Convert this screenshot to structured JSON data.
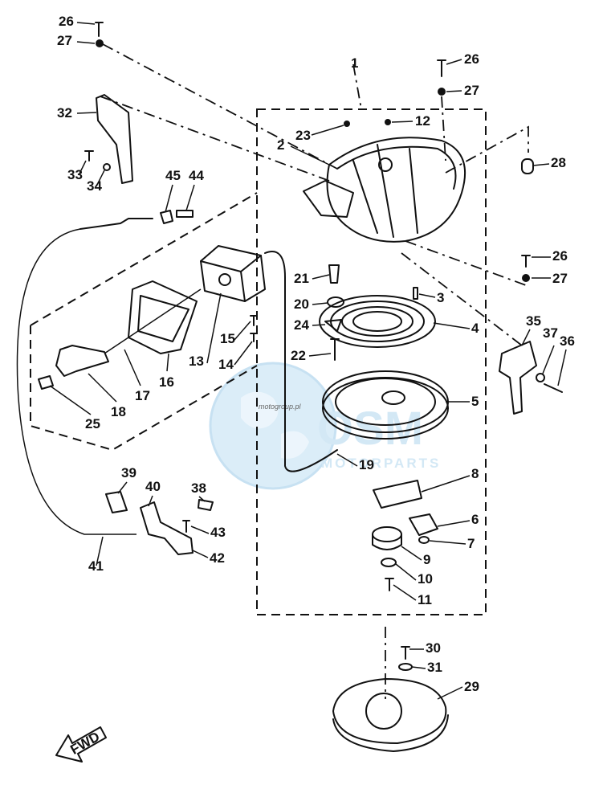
{
  "callouts": [
    "1",
    "2",
    "3",
    "4",
    "5",
    "6",
    "7",
    "8",
    "9",
    "10",
    "11",
    "12",
    "13",
    "14",
    "15",
    "16",
    "17",
    "18",
    "19",
    "20",
    "21",
    "22",
    "23",
    "24",
    "25",
    "26",
    "26",
    "26",
    "27",
    "27",
    "27",
    "28",
    "29",
    "30",
    "31",
    "32",
    "33",
    "34",
    "35",
    "36",
    "37",
    "38",
    "39",
    "40",
    "41",
    "42",
    "43",
    "44",
    "45"
  ],
  "watermark": {
    "brand": "OSM",
    "sub": "MOTORPARTS",
    "small": "motogroup.pl"
  },
  "fwd_label": "FWD",
  "colors": {
    "ink": "#111111",
    "watermark": "#cfe6f5",
    "watermark_globe": "#d8ecf8"
  }
}
